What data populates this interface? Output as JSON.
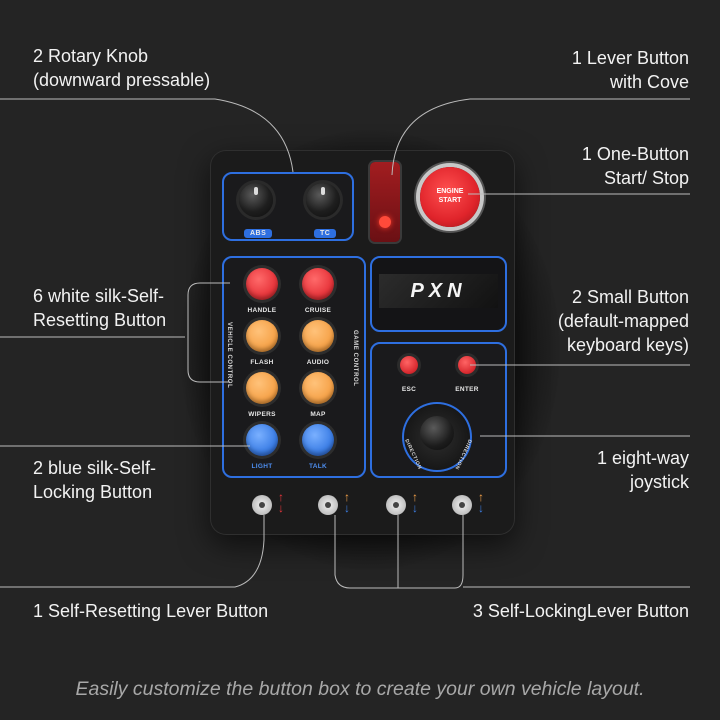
{
  "labels": {
    "rotary_line1": "2 Rotary Knob",
    "rotary_line2": "(downward pressable)",
    "lever_cove_line1": "1 Lever Button",
    "lever_cove_line2": "with Cove",
    "onebutton_line1": "1 One-Button",
    "onebutton_line2": "Start/ Stop",
    "white_line1": "6 white silk-Self-",
    "white_line2": "Resetting Button",
    "small_line1": "2 Small Button",
    "small_line2": "(default-mapped",
    "small_line3": "keyboard keys)",
    "blue_line1": "2 blue silk-Self-",
    "blue_line2": "Locking Button",
    "joystick_line1": "1 eight-way",
    "joystick_line2": "joystick",
    "self_resetting_lever": "1 Self-Resetting Lever Button",
    "self_locking_lever": "3 Self-LockingLever Button"
  },
  "footer": "Easily customize the button box to create your own vehicle layout.",
  "device": {
    "knob_labels": [
      "ABS",
      "TC"
    ],
    "engine_line1": "ENGINE",
    "engine_line2": "START",
    "brand": "PXN",
    "button_labels": [
      "HANDLE",
      "CRUISE",
      "FLASH",
      "AUDIO",
      "WIPERS",
      "MAP",
      "LIGHT",
      "TALK"
    ],
    "side_left": "VEHICLE CONTROL",
    "side_right": "GAME CONTROL",
    "small_button_labels": [
      "ESC",
      "ENTER"
    ],
    "joystick_labels": [
      "DIRECTION",
      "DIRECTION"
    ]
  },
  "colors": {
    "accent_blue": "#2e6fe0",
    "red": "#e8363c",
    "orange": "#f6a34a",
    "blue": "#3d7fe6",
    "background": "#242424"
  }
}
